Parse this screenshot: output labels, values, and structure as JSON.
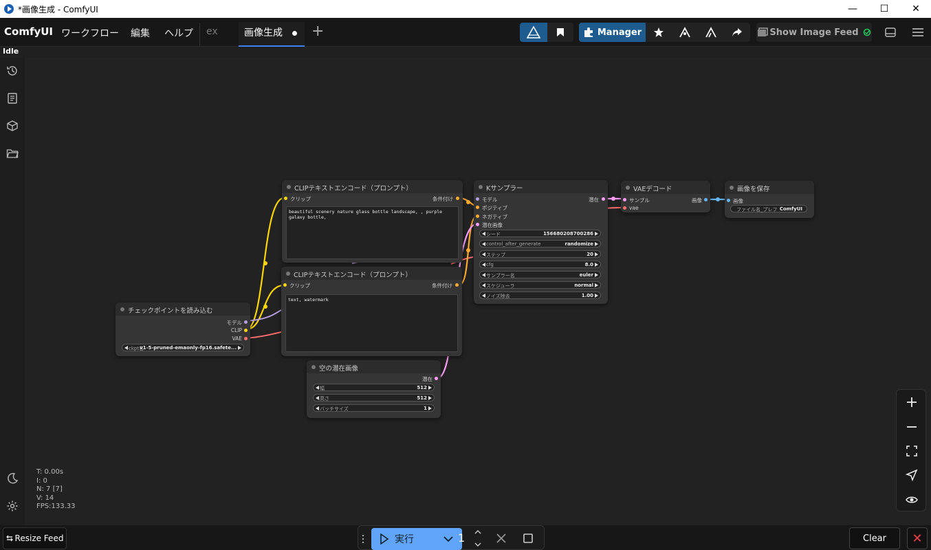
{
  "window": {
    "title": "*画像生成 - ComfyUI",
    "minimize": "—",
    "maximize": "☐",
    "close": "✕"
  },
  "menubar": {
    "brand": "ComfyUI",
    "menus": [
      "ワークフロー",
      "編集",
      "ヘルプ"
    ],
    "tabs": [
      {
        "label": "ex",
        "active": false
      },
      {
        "label": "画像生成",
        "active": true,
        "modified": true
      }
    ],
    "add_tab": "+",
    "manager_label": "Manager",
    "image_feed_label": "Show Image Feed"
  },
  "status": "Idle",
  "nodes": {
    "checkpoint": {
      "title": "チェックポイントを読み込む",
      "outputs": [
        "モデル",
        "CLIP",
        "VAE"
      ],
      "widget_label": "ckpt名",
      "widget_value": "v1-5-pruned-emaonly-fp16.safete..."
    },
    "clip_pos": {
      "title": "CLIPテキストエンコード（プロンプト）",
      "input": "クリップ",
      "output": "条件付け",
      "text": "beautiful scenery nature glass bottle landscape, , purple galaxy bottle,"
    },
    "clip_neg": {
      "title": "CLIPテキストエンコード（プロンプト）",
      "input": "クリップ",
      "output": "条件付け",
      "text": "text, watermark"
    },
    "latent": {
      "title": "空の潜在画像",
      "output": "潜在",
      "widgets": [
        {
          "label": "幅",
          "value": "512"
        },
        {
          "label": "高さ",
          "value": "512"
        },
        {
          "label": "バッチサイズ",
          "value": "1"
        }
      ]
    },
    "ksampler": {
      "title": "Kサンプラー",
      "inputs": [
        "モデル",
        "ポジティブ",
        "ネガティブ",
        "潜在画像"
      ],
      "output": "潜在",
      "widgets": [
        {
          "label": "シード",
          "value": "156680208700286"
        },
        {
          "label": "control_after_generate",
          "value": "randomize"
        },
        {
          "label": "ステップ",
          "value": "20"
        },
        {
          "label": "cfg",
          "value": "8.0"
        },
        {
          "label": "サンプラー名",
          "value": "euler"
        },
        {
          "label": "スケジューラ",
          "value": "normal"
        },
        {
          "label": "ノイズ除去",
          "value": "1.00"
        }
      ]
    },
    "vae_decode": {
      "title": "VAEデコード",
      "inputs": [
        "サンプル",
        "vae"
      ],
      "output": "画像"
    },
    "save_image": {
      "title": "画像を保存",
      "input": "画像",
      "widget_label": "ファイル名_プレフ",
      "widget_value": "ComfyUI"
    }
  },
  "stats": {
    "t": "T: 0.00s",
    "i": "I: 0",
    "n": "N: 7 [7]",
    "v": "V: 14",
    "fps": "FPS:133.33"
  },
  "bottom": {
    "resize_feed": "Resize Feed",
    "run_label": "実行",
    "batch_count": "1",
    "clear_label": "Clear"
  },
  "colors": {
    "clip": "#ffd500",
    "model": "#b39ddb",
    "vae": "#ff6e6e",
    "latent": "#ff9cf9",
    "conditioning": "#ffa931",
    "image": "#64b5f6",
    "accent": "#3b82f6",
    "manager": "#1e5c8f"
  }
}
